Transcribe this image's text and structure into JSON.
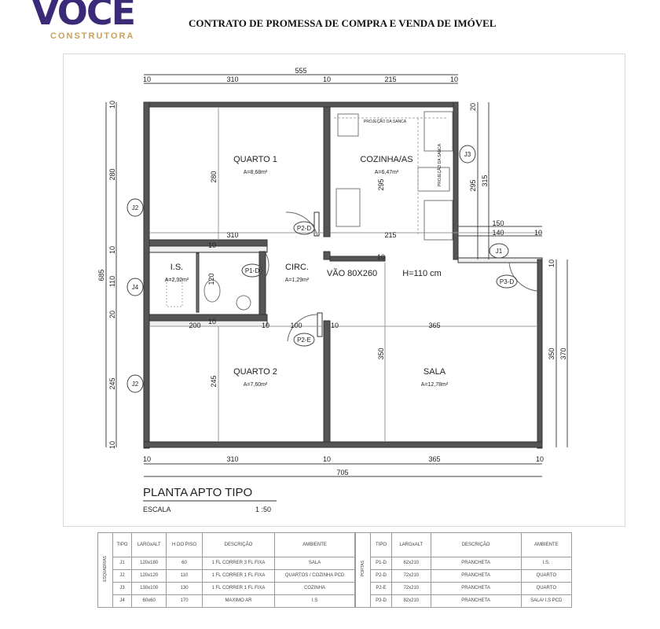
{
  "header": {
    "logo_main": "VOCE",
    "logo_sub": "CONSTRUTORA",
    "title": "CONTRATO DE PROMESSA DE COMPRA E VENDA DE IMÓVEL"
  },
  "plan": {
    "title": "PLANTA APTO TIPO",
    "scale_label": "ESCALA",
    "scale_value": "1 :50",
    "rooms": {
      "quarto1": {
        "name": "QUARTO 1",
        "area": "A=8,68m²"
      },
      "cozinha": {
        "name": "COZINHA/AS",
        "area": "A=6,47m²"
      },
      "is": {
        "name": "I.S.",
        "area": "A=2,32m²"
      },
      "circ": {
        "name": "CIRC.",
        "area": "A=1,29m²"
      },
      "quarto2": {
        "name": "QUARTO 2",
        "area": "A=7,60m²"
      },
      "sala": {
        "name": "SALA",
        "area": "A=12,78m²"
      }
    },
    "labels": {
      "vao": "VÃO 80X260",
      "h": "H=110 cm",
      "projecao1": "PROJEÇÃO DA SANCA",
      "projecao2": "PROJEÇÃO DA SANCA",
      "j1": "J1",
      "j2a": "J2",
      "j2b": "J2",
      "j3": "J3",
      "j4": "J4",
      "p1d": "P1-D",
      "p2d": "P2-D",
      "p2e": "P2-E",
      "p3d": "P3-D"
    },
    "dims": {
      "top_total": "555",
      "top": [
        "10",
        "310",
        "10",
        "215",
        "10"
      ],
      "bottom": [
        "10",
        "310",
        "10",
        "365",
        "10"
      ],
      "bottom_total": "705",
      "left_total": "685",
      "left": [
        "10",
        "280",
        "10",
        "110",
        "20",
        "245",
        "10"
      ],
      "mid_upper": "310",
      "mid_upper_right": "215",
      "mid_lower": [
        "200",
        "10",
        "100",
        "10",
        "365"
      ],
      "q1_h": "280",
      "q2_h": "245",
      "is_h": "120",
      "coz_h": "295",
      "sala_h": "350",
      "right_upper": [
        "20",
        "295",
        "315"
      ],
      "right_step": [
        "150",
        "140",
        "10"
      ],
      "right_lower": [
        "10",
        "350",
        "370"
      ],
      "small10": "10"
    }
  },
  "tables": {
    "windows": {
      "section": "ESQUADRIAS",
      "headers": [
        "TIPO",
        "LARGxALT",
        "H DO PISO",
        "DESCRIÇÃO",
        "AMBIENTE"
      ],
      "rows": [
        [
          "J1",
          "120x180",
          "60",
          "1 FL CORRER 3 FL FIXA",
          "SALA"
        ],
        [
          "J2",
          "120x120",
          "110",
          "1 FL CORRER 1 FL FIXA",
          "QUARTOS / COZINHA PCD"
        ],
        [
          "J3",
          "130x100",
          "130",
          "1 FL CORRER 1 FL FIXA",
          "COZINHA"
        ],
        [
          "J4",
          "60x60",
          "170",
          "MAXIMO AR",
          "I.S"
        ]
      ]
    },
    "doors": {
      "section": "PORTAS",
      "headers": [
        "TIPO",
        "LARGxALT",
        "DESCRIÇÃO",
        "AMBIENTE"
      ],
      "rows": [
        [
          "P1-D",
          "62x210",
          "PRANCHETA",
          "I.S."
        ],
        [
          "P2-D",
          "72x210",
          "PRANCHETA",
          "QUARTO"
        ],
        [
          "P2-E",
          "72x210",
          "PRANCHETA",
          "QUARTO"
        ],
        [
          "P3-D",
          "82x210",
          "PRANCHETA",
          "SALA/ I.S PCD"
        ]
      ]
    }
  }
}
